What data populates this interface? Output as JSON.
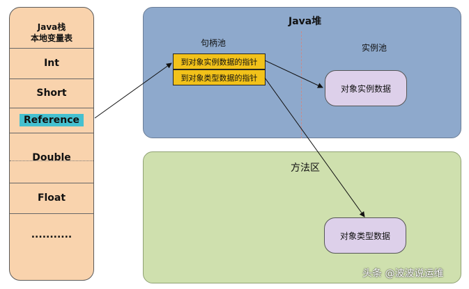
{
  "stack": {
    "title_line1": "Java栈",
    "title_line2": "本地变量表",
    "items": [
      "Int",
      "Short",
      "Reference",
      "Double",
      "Float",
      "..........."
    ]
  },
  "heap": {
    "title": "Java堆",
    "handle_pool_label": "句柄池",
    "instance_pool_label": "实例池",
    "handle_instance_ptr": "到对象实例数据的指针",
    "handle_type_ptr": "到对象类型数据的指针",
    "instance_data": "对象实例数据"
  },
  "method_area": {
    "title": "方法区",
    "type_data": "对象类型数据"
  },
  "watermark": "头条 @波波说运维",
  "colors": {
    "stack": "#f9d3ad",
    "heap": "#8ea9cc",
    "method_area": "#cfe0ae",
    "pointer": "#f2c21a",
    "data_box": "#ddd0ea",
    "reference_highlight": "#45c0cf"
  }
}
